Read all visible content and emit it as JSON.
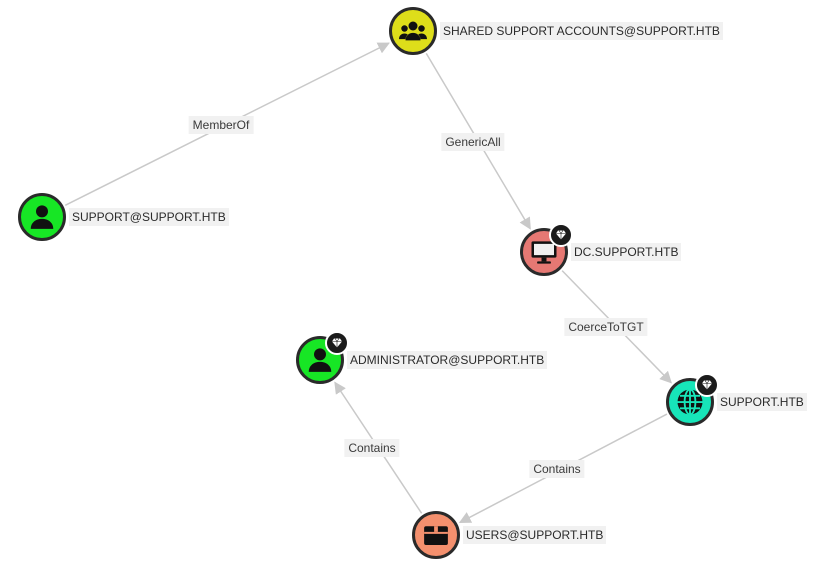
{
  "graph": {
    "nodes": [
      {
        "id": "shared",
        "label": "SHARED SUPPORT ACCOUNTS@SUPPORT.HTB",
        "icon": "users-group-icon",
        "color": "#dede1a",
        "badge": false
      },
      {
        "id": "support_user",
        "label": "SUPPORT@SUPPORT.HTB",
        "icon": "user-icon",
        "color": "#17e625",
        "badge": false
      },
      {
        "id": "dc",
        "label": "DC.SUPPORT.HTB",
        "icon": "computer-icon",
        "color": "#e67873",
        "badge": true
      },
      {
        "id": "admin",
        "label": "ADMINISTRATOR@SUPPORT.HTB",
        "icon": "user-icon",
        "color": "#17e625",
        "badge": true
      },
      {
        "id": "domain",
        "label": "SUPPORT.HTB",
        "icon": "globe-icon",
        "color": "#17e5b9",
        "badge": true
      },
      {
        "id": "users_container",
        "label": "USERS@SUPPORT.HTB",
        "icon": "container-box-icon",
        "color": "#f4906e",
        "badge": false
      }
    ],
    "edges": [
      {
        "from": "support_user",
        "to": "shared",
        "label": "MemberOf"
      },
      {
        "from": "shared",
        "to": "dc",
        "label": "GenericAll"
      },
      {
        "from": "dc",
        "to": "domain",
        "label": "CoerceToTGT"
      },
      {
        "from": "domain",
        "to": "users_container",
        "label": "Contains"
      },
      {
        "from": "users_container",
        "to": "admin",
        "label": "Contains"
      }
    ],
    "edge_color": "#c9c9c9",
    "badge_icon": "gem-icon"
  }
}
